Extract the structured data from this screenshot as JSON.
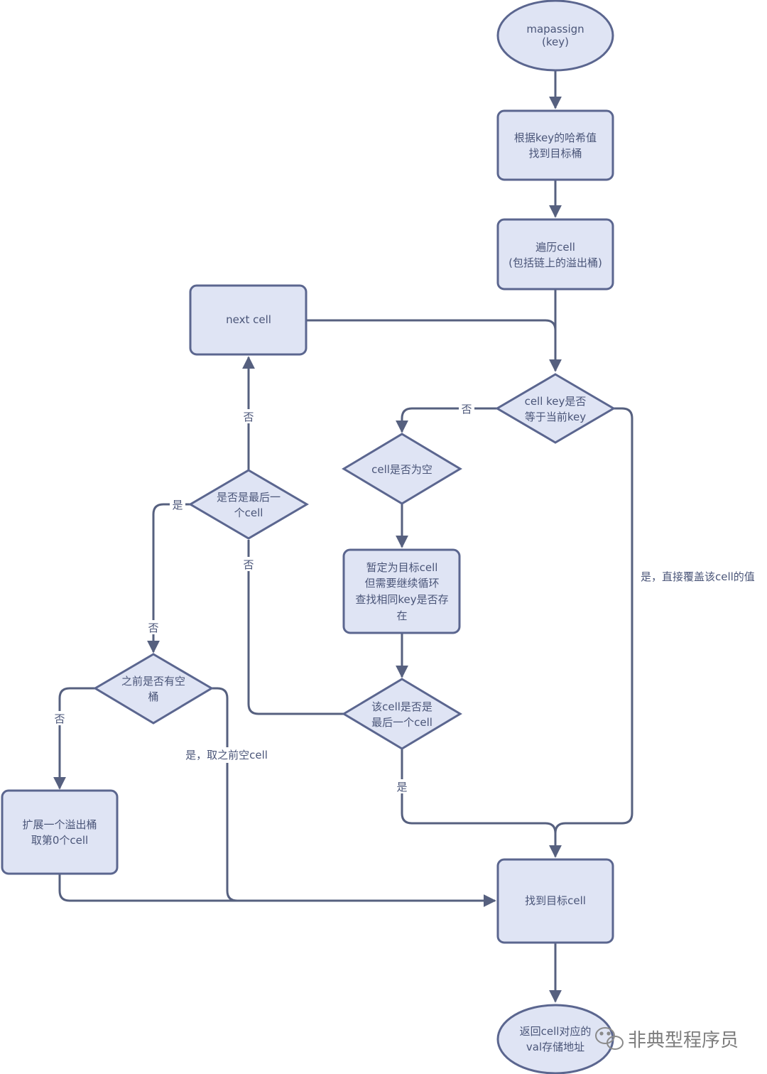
{
  "nodes": {
    "start": {
      "lines": [
        "mapassign",
        "(key)"
      ]
    },
    "hash_bucket": {
      "lines": [
        "根据key的哈希值",
        "找到目标桶"
      ]
    },
    "traverse": {
      "lines": [
        "遍历cell",
        "(包括链上的溢出桶)"
      ]
    },
    "next_cell": {
      "lines": [
        "next cell"
      ]
    },
    "key_equal": {
      "lines": [
        "cell key是否",
        "等于当前key"
      ]
    },
    "cell_empty": {
      "lines": [
        "cell是否为空"
      ]
    },
    "is_last_left": {
      "lines": [
        "是否是最后一",
        "个cell"
      ]
    },
    "tentative": {
      "lines": [
        "暂定为目标cell",
        "但需要继续循环",
        "查找相同key是否存",
        "在"
      ]
    },
    "prev_empty": {
      "lines": [
        "之前是否有空",
        "桶"
      ]
    },
    "is_last_mid": {
      "lines": [
        "该cell是否是",
        "最后一个cell"
      ]
    },
    "extend": {
      "lines": [
        "扩展一个溢出桶",
        "取第0个cell"
      ]
    },
    "found": {
      "lines": [
        "找到目标cell"
      ]
    },
    "return": {
      "lines": [
        "返回cell对应的",
        "val存储地址"
      ]
    }
  },
  "edge_labels": {
    "key_equal_no": "否",
    "key_equal_yes": "是，直接覆盖该cell的值",
    "last_left_no_up": "否",
    "last_left_yes": "是",
    "last_left_no_down": "否",
    "prev_empty_no_top": "否",
    "prev_empty_no": "否",
    "prev_empty_yes": "是，取之前空cell",
    "last_mid_yes": "是"
  },
  "watermark": {
    "icon": "wechat-icon",
    "text": "非典型程序员"
  },
  "colors": {
    "node_fill": "#dfe4f4",
    "node_stroke": "#5b668f",
    "edge": "#56607f",
    "text": "#4a5578"
  }
}
